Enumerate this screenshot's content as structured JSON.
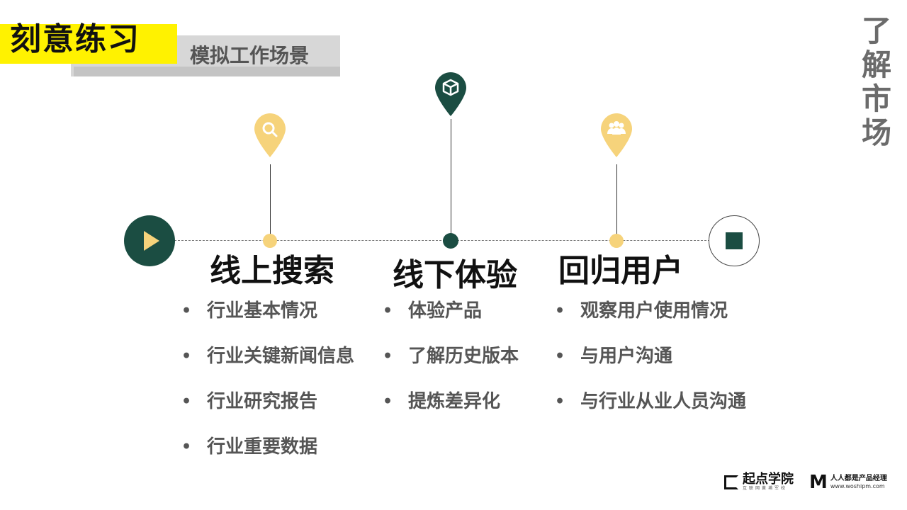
{
  "header": {
    "title": "刻意练习",
    "subtitle": "模拟工作场景"
  },
  "side_title": [
    "了",
    "解",
    "市",
    "场"
  ],
  "colors": {
    "dark_green": "#1b4d42",
    "yellow_accent": "#f6d37b",
    "highlight_yellow": "#fff200",
    "banner_gray": "#d7d7d7"
  },
  "timeline": {
    "start_icon": "play-icon",
    "end_icon": "stop-icon",
    "stages": [
      {
        "title": "线上搜索",
        "icon": "search-icon",
        "items": [
          "行业基本情况",
          "行业关键新闻信息",
          "行业研究报告",
          "行业重要数据"
        ]
      },
      {
        "title": "线下体验",
        "icon": "box-icon",
        "items": [
          "体验产品",
          "了解历史版本",
          "提炼差异化"
        ]
      },
      {
        "title": "回归用户",
        "icon": "users-icon",
        "items": [
          "观察用户使用情况",
          "与用户沟通",
          "与行业从业人员沟通"
        ]
      }
    ]
  },
  "footer": {
    "logo1_name": "起点学院",
    "logo1_sub": "互联网黄埔军校",
    "logo2_mark": "M",
    "logo2_name": "人人都是产品经理",
    "logo2_url": "www.woshipm.com"
  }
}
